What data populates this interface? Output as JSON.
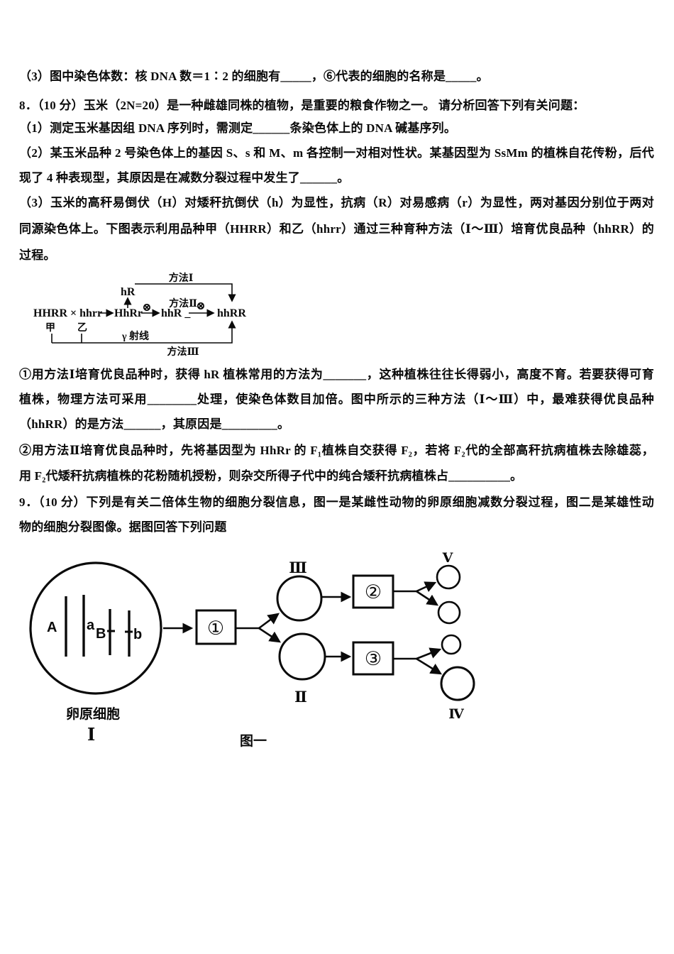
{
  "document": {
    "lines": [
      "（3）图中染色体数：核 DNA 数＝1∶2 的细胞有_____，⑥代表的细胞的名称是_____。",
      "8．（10 分）玉米（2N=20）是一种雌雄同株的植物，是重要的粮食作物之一。 请分析回答下列有关问题：",
      "（1）测定玉米基因组 DNA 序列时，需测定______条染色体上的 DNA 碱基序列。",
      "（2）某玉米品种 2 号染色体上的基因 S、s 和 M、m 各控制一对相对性状。某基因型为 SsMm 的植株自花传粉，后代出",
      "现了 4 种表现型，其原因是在减数分裂过程中发生了______。",
      "（3）玉米的高秆易倒伏（H）对矮秆抗倒伏（h）为显性，抗病（R）对易感病（r）为显性，两对基因分别位于两对",
      "同源染色体上。下图表示利用品种甲（HHRR）和乙（hhrr）通过三种育种方法（Ⅰ～Ⅲ）培育优良品种（hhRR）的",
      "过程。",
      "①用方法Ⅰ培育优良品种时，获得 hR 植株常用的方法为_______，这种植株往往长得弱小，高度不育。若要获得可育",
      "植株，物理方法可采用________处理，使染色体数目加倍。图中所示的三种方法（Ⅰ～Ⅲ）中，最难获得优良品种",
      "（hhRR）的是方法______，其原因是_________。",
      "②用方法Ⅱ培育优良品种时，先将基因型为 HhRr 的 F₁植株自交获得 F₂，若将 F₂代的全部高秆抗病植株去除雄蕊，",
      "用 F₂代矮秆抗病植株的花粉随机授粉，则杂交所得子代中的纯合矮秆抗病植株占__________。",
      "9．（10 分）下列是有关二倍体生物的细胞分裂信息，图一是某雌性动物的卵原细胞减数分裂过程，图二是某雄性动",
      "物的细胞分裂图像。据图回答下列问题"
    ]
  },
  "diagram_breeding": {
    "method1": "方法Ⅰ",
    "method2": "方法Ⅱ",
    "method3": "方法Ⅲ",
    "haploid": "hR",
    "cross": "HHRR × hhrr",
    "parent1": "甲",
    "parent2": "乙",
    "f1": "HhRr",
    "self_symbol1": "⊗",
    "self_symbol2": "⊗",
    "intermediate": "hhR _",
    "target": "hhRR",
    "gamma_ray": "γ 射线"
  },
  "figure_one": {
    "chromosomes": {
      "a_upper": "A",
      "a_lower": "a",
      "b_upper": "B",
      "b_lower": "b"
    },
    "oogonium_label": "卵原细胞",
    "cell_I": "Ⅰ",
    "cell_II": "Ⅱ",
    "cell_III": "Ⅲ",
    "cell_IV": "Ⅳ",
    "cell_V": "Ⅴ",
    "process1": "①",
    "process2": "②",
    "process3": "③",
    "caption": "图一"
  }
}
